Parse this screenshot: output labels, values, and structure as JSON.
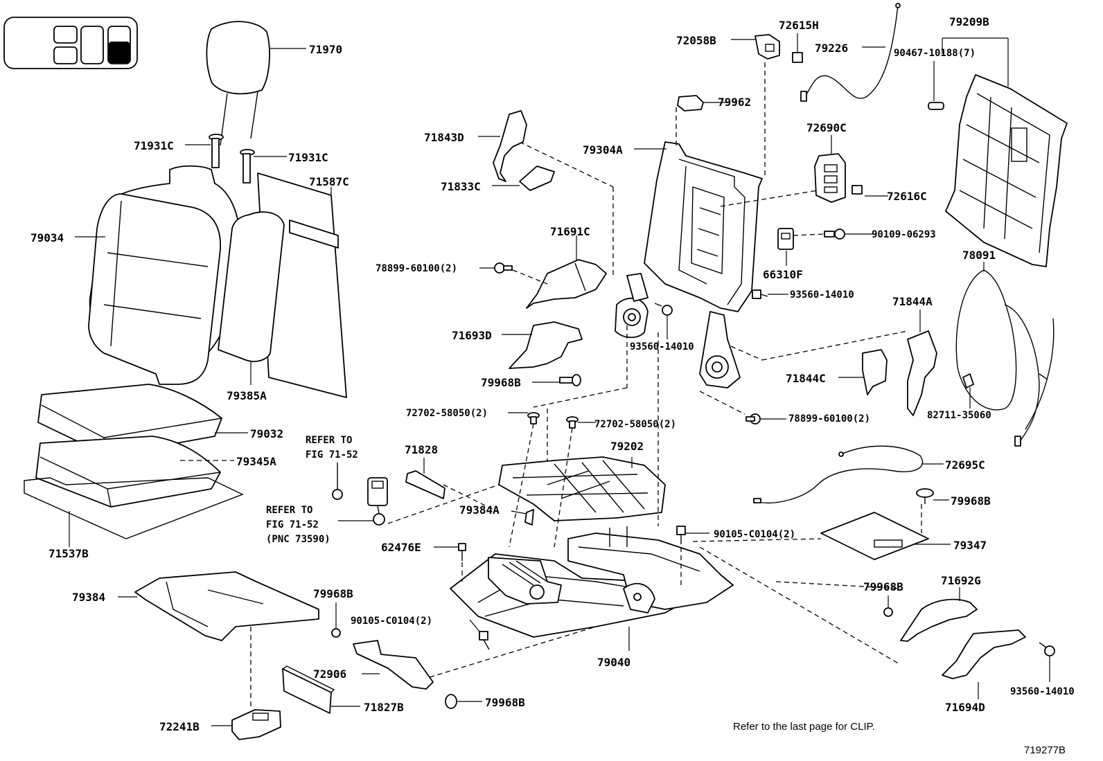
{
  "labels": {
    "p71970": "71970",
    "p71931c_a": "71931C",
    "p71931c_b": "71931C",
    "p71587c": "71587C",
    "p79034": "79034",
    "p79385a": "79385A",
    "p79032": "79032",
    "p79345a": "79345A",
    "p71537b": "71537B",
    "p79384": "79384",
    "p72241b": "72241B",
    "p79968b_a": "79968B",
    "p90105_a": "90105-C0104(2)",
    "p72906": "72906",
    "p71827b": "71827B",
    "p79968b_b": "79968B",
    "p72058b": "72058B",
    "p72615h": "72615H",
    "p79226": "79226",
    "p79209b": "79209B",
    "p90467": "90467-10188(7)",
    "p79962": "79962",
    "p71843d": "71843D",
    "p79304a": "79304A",
    "p71833c": "71833C",
    "p72690c": "72690C",
    "p72616c": "72616C",
    "p90109": "90109-06293",
    "p71691c": "71691C",
    "p66310f": "66310F",
    "p78091": "78091",
    "p78899_a": "78899-60100(2)",
    "p93560_a": "93560-14010",
    "p71844a": "71844A",
    "p71693d": "71693D",
    "p93560_b": "93560-14010",
    "p71844c": "71844C",
    "p79968b_c": "79968B",
    "p82711": "82711-35060",
    "p72702_a": "72702-58050(2)",
    "p72702_b": "72702-58050(2)",
    "p78899_b": "78899-60100(2)",
    "p71828": "71828",
    "p79202": "79202",
    "p72695c": "72695C",
    "p79384a": "79384A",
    "p79968b_d": "79968B",
    "p62476e": "62476E",
    "p90105_b": "90105-C0104(2)",
    "p79347": "79347",
    "p79968b_e": "79968B",
    "p71692g": "71692G",
    "p79040": "79040",
    "p93560_c": "93560-14010",
    "p71694d": "71694D"
  },
  "references": {
    "ref1_line1": "REFER TO",
    "ref1_line2": "FIG 71-52",
    "ref2_line1": "REFER TO",
    "ref2_line2": "FIG 71-52",
    "ref2_line3": "(PNC 73590)"
  },
  "footer": {
    "clip_note": "Refer to the last page for CLIP.",
    "figure_id": "719277B"
  },
  "icons": {
    "seat_locator": "seat-position-locator-icon"
  }
}
